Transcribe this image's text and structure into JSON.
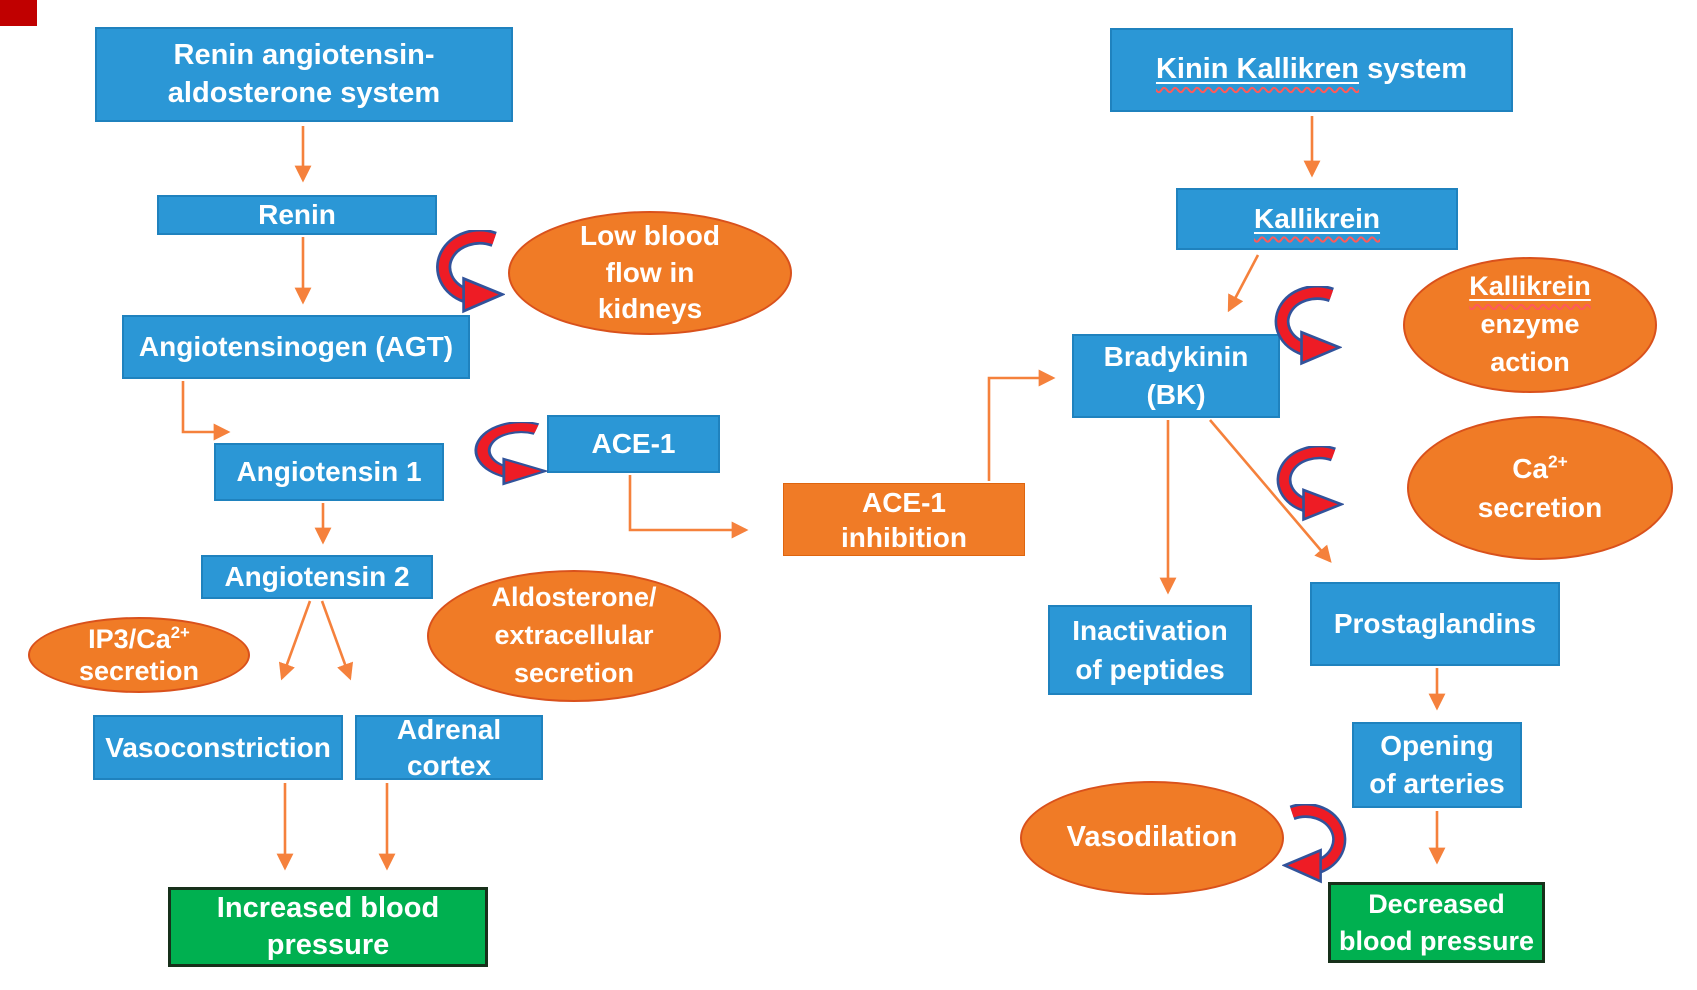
{
  "n": {
    "raas_title": {
      "l1": "Renin angiotensin-",
      "l2": "aldosterone system"
    },
    "renin": "Renin",
    "agt": "Angiotensinogen (AGT)",
    "ang1": "Angiotensin 1",
    "ang2": "Angiotensin 2",
    "low_flow": {
      "l1": "Low blood",
      "l2": "flow in",
      "l3": "kidneys"
    },
    "ace1": "ACE-1",
    "ace1_inhibition": {
      "l1": "ACE-1",
      "l2": "inhibition"
    },
    "ip3": {
      "l1_base": "IP3/Ca",
      "l1_sup": "2+",
      "l2": "secretion"
    },
    "aldosterone": {
      "l1": "Aldosterone/",
      "l2": "extracellular",
      "l3": "secretion"
    },
    "vasoconstriction": "Vasoconstriction",
    "adrenal_cortex": "Adrenal cortex",
    "increased_bp": {
      "l1": "Increased blood",
      "l2": "pressure"
    },
    "kinin_title": {
      "underlined": "Kinin Kallikren",
      "rest": " system"
    },
    "kallikrein": "Kallikrein",
    "bradykinin": {
      "l1": "Bradykinin",
      "l2": "(BK)"
    },
    "kallikrein_action": {
      "l1_underlined": "Kallikrein",
      "l2": "enzyme",
      "l3": "action"
    },
    "ca_secretion": {
      "l1_base": "Ca",
      "l1_sup": "2+",
      "l2": "secretion"
    },
    "inactivation": {
      "l1": "Inactivation",
      "l2": "of peptides"
    },
    "prostaglandins": "Prostaglandins",
    "opening": {
      "l1": "Opening",
      "l2": "of arteries"
    },
    "vasodilation": "Vasodilation",
    "decreased_bp": {
      "l1": "Decreased",
      "l2": "blood pressure"
    }
  },
  "colors": {
    "box_blue": "#2B97D6",
    "shape_orange": "#F07B26",
    "result_green": "#00B050",
    "arrow_orange": "#F5813C",
    "curved_arrow_red": "#EE1C25",
    "curved_arrow_outline": "#31539B",
    "corner_red": "#C00000",
    "text_white": "#FFFFFF"
  }
}
